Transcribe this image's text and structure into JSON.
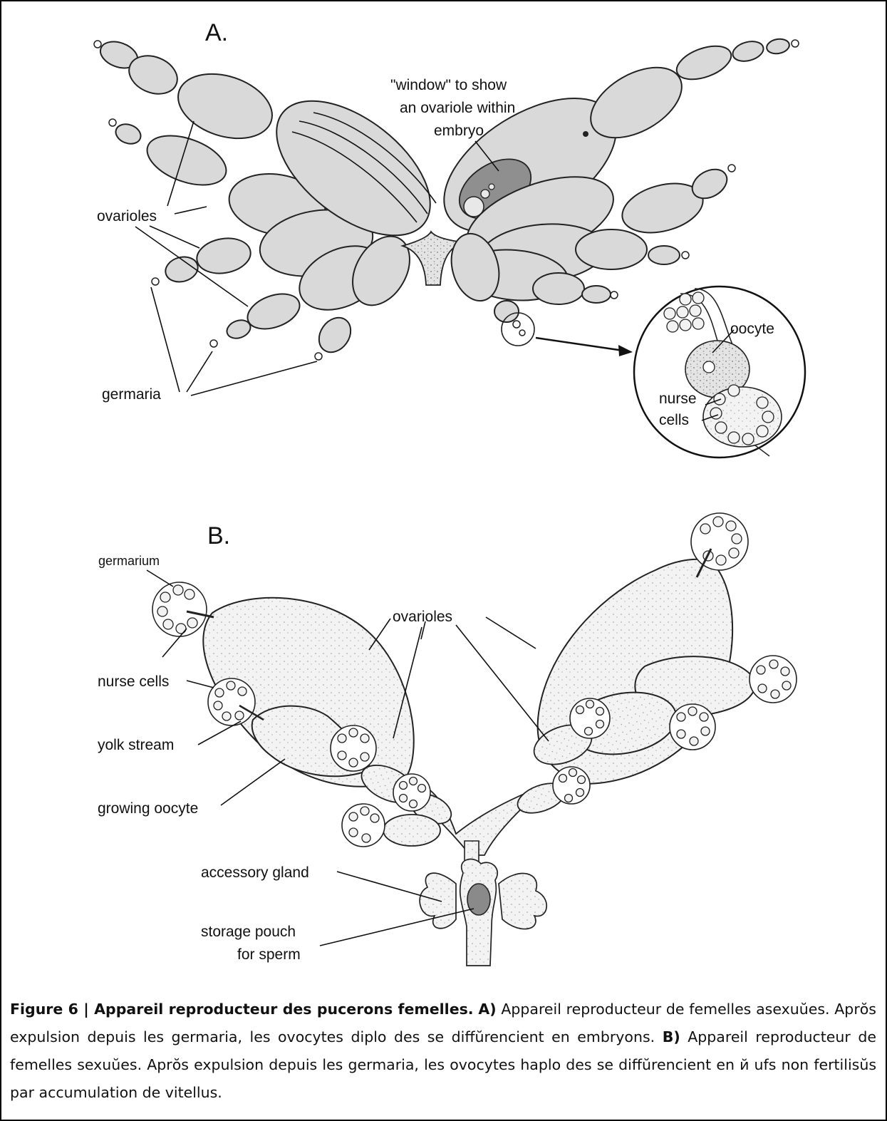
{
  "panel_a": {
    "letter": "A.",
    "labels": {
      "window_1": "\"window\" to show",
      "window_2": "an ovariole within",
      "window_3": "embryo",
      "ovarioles": "ovarioles",
      "germaria": "germaria",
      "oocyte": "oocyte",
      "nurse": "nurse",
      "cells": "cells"
    }
  },
  "panel_b": {
    "letter": "B.",
    "labels": {
      "germarium": "germarium",
      "ovarioles": "ovarioles",
      "nurse_cells": "nurse cells",
      "yolk_stream": "yolk stream",
      "growing_oocyte": "growing oocyte",
      "accessory_gland": "accessory gland",
      "storage_1": "storage pouch",
      "storage_2": "for sperm"
    }
  },
  "caption": {
    "title": "Figure 6 | Appareil reproducteur des pucerons femelles.",
    "a_tag": "A)",
    "a_text": "Appareil reproducteur de femelles asexuŭes. Aprŏs expulsion depuis les germaria, les ovocytes diplo des se diffŭrencient en embryons.",
    "b_tag": "B)",
    "b_text": "Appareil reproducteur de femelles sexuŭes. Aprŏs expulsion depuis les germaria, les ovocytes haplo des se diffŭrencient en й ufs non fertilisŭs par accumulation de vitellus."
  }
}
